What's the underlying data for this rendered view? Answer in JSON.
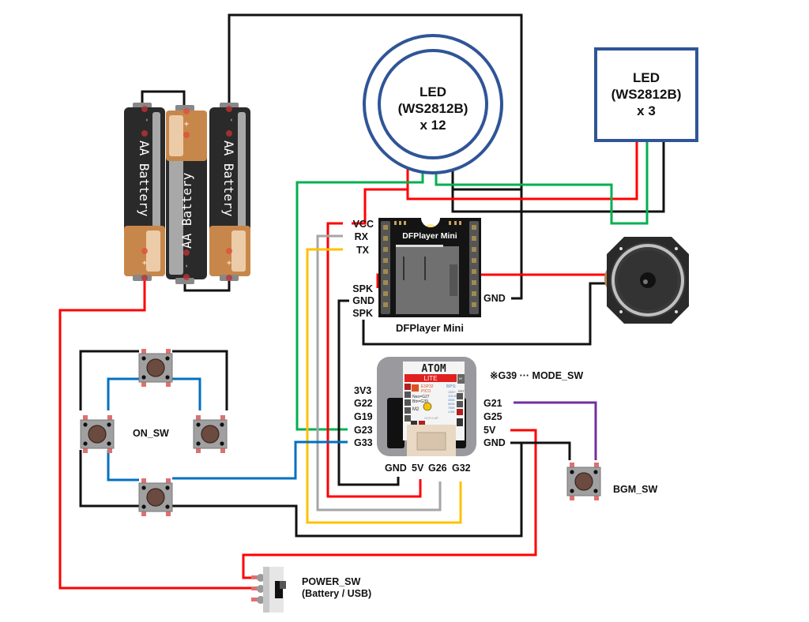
{
  "colors": {
    "wire_black": "#111111",
    "wire_red": "#ff0000",
    "wire_green": "#00b050",
    "wire_blue": "#0070c0",
    "wire_yellow": "#ffc000",
    "wire_gray": "#a6a6a6",
    "wire_purple": "#7030a0",
    "led_outline": "#2f5597"
  },
  "batteries": {
    "label": "AA Battery",
    "count": 3,
    "minus": "-",
    "plus": "+"
  },
  "led_ring": {
    "line1": "LED",
    "line2": "(WS2812B)",
    "line3": "x 12"
  },
  "led_strip": {
    "line1": "LED",
    "line2": "(WS2812B)",
    "line3": "x 3"
  },
  "dfplayer": {
    "board_title": "DFPlayer Mini",
    "caption": "DFPlayer Mini",
    "left_pins": [
      "VCC",
      "RX",
      "TX",
      "SPK",
      "GND",
      "SPK"
    ],
    "right_pins": [
      "GND"
    ]
  },
  "atom": {
    "brand": "ATOM",
    "model": "LITE",
    "chip_line1": "ESP32",
    "chip_line2": "PICO",
    "neo": "Neo=G27",
    "btn": "Btn=G39",
    "bps_title": "BPS:",
    "bps_values": [
      "1200~",
      "115.2K",
      "250K",
      "500K",
      "750K",
      "1.5M"
    ],
    "ir": "IR",
    "rst": "RST",
    "m2": "M2",
    "grove": "HY2.0-4P",
    "note": "※G39 ··· MODE_SW",
    "left_pins": [
      "3V3",
      "G22",
      "G19",
      "G23",
      "G33"
    ],
    "right_pins": [
      "G21",
      "G25",
      "5V",
      "GND"
    ],
    "bottom_pins": [
      "GND",
      "5V",
      "G26",
      "G32"
    ]
  },
  "switches": {
    "on_sw": "ON_SW",
    "bgm_sw": "BGM_SW",
    "power_sw_line1": "POWER_SW",
    "power_sw_line2": "(Battery / USB)"
  }
}
